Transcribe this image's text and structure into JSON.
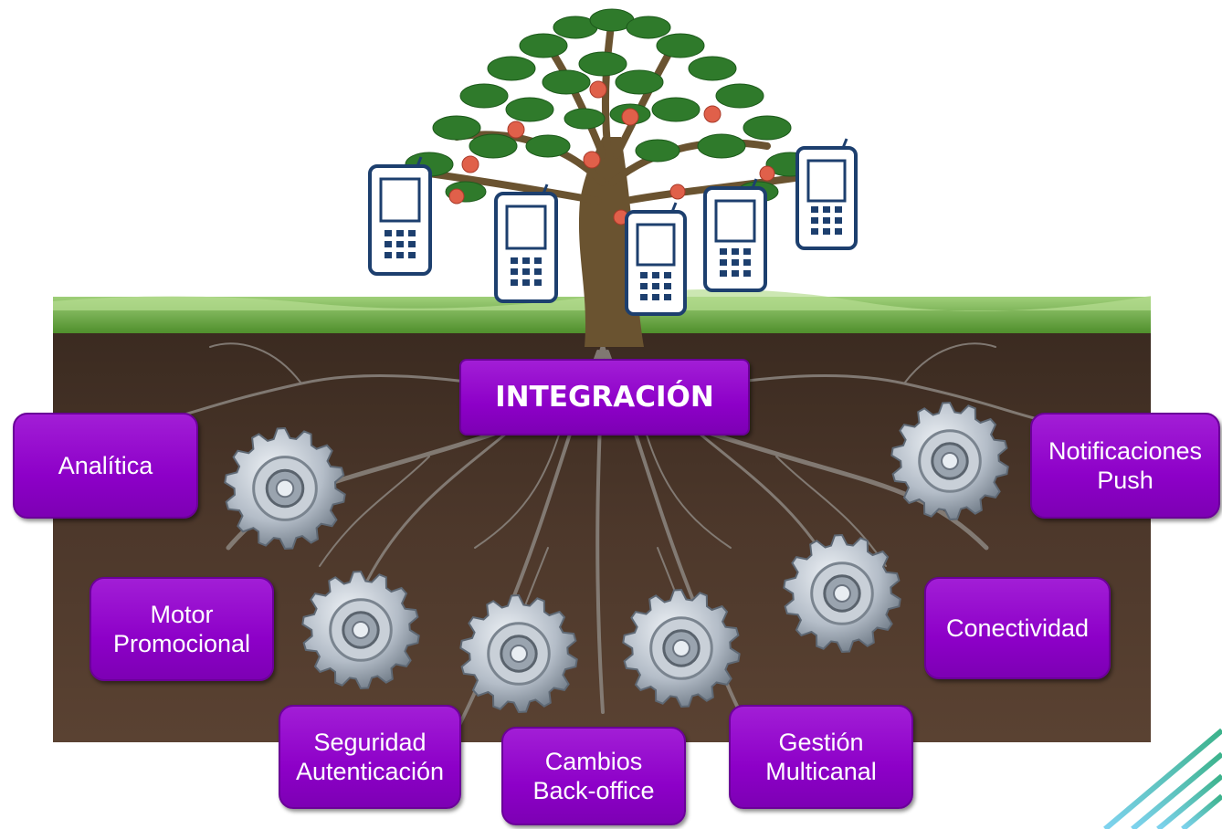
{
  "center_label": "INTEGRACIÓN",
  "modules": {
    "analitica": "Analítica",
    "notificaciones": "Notificaciones\nPush",
    "motor": "Motor\nPromocional",
    "conectividad": "Conectividad",
    "seguridad": "Seguridad\nAutenticación",
    "cambios": "Cambios\nBack-office",
    "gestion": "Gestión\nMulticanal"
  },
  "colors": {
    "box_fill": "#8d00c8",
    "soil": "#4a3428",
    "grass": "#6fae3f",
    "leaves": "#2f7a2b",
    "phone_outline": "#1d3f6e",
    "gear": "#a9b3bf"
  }
}
